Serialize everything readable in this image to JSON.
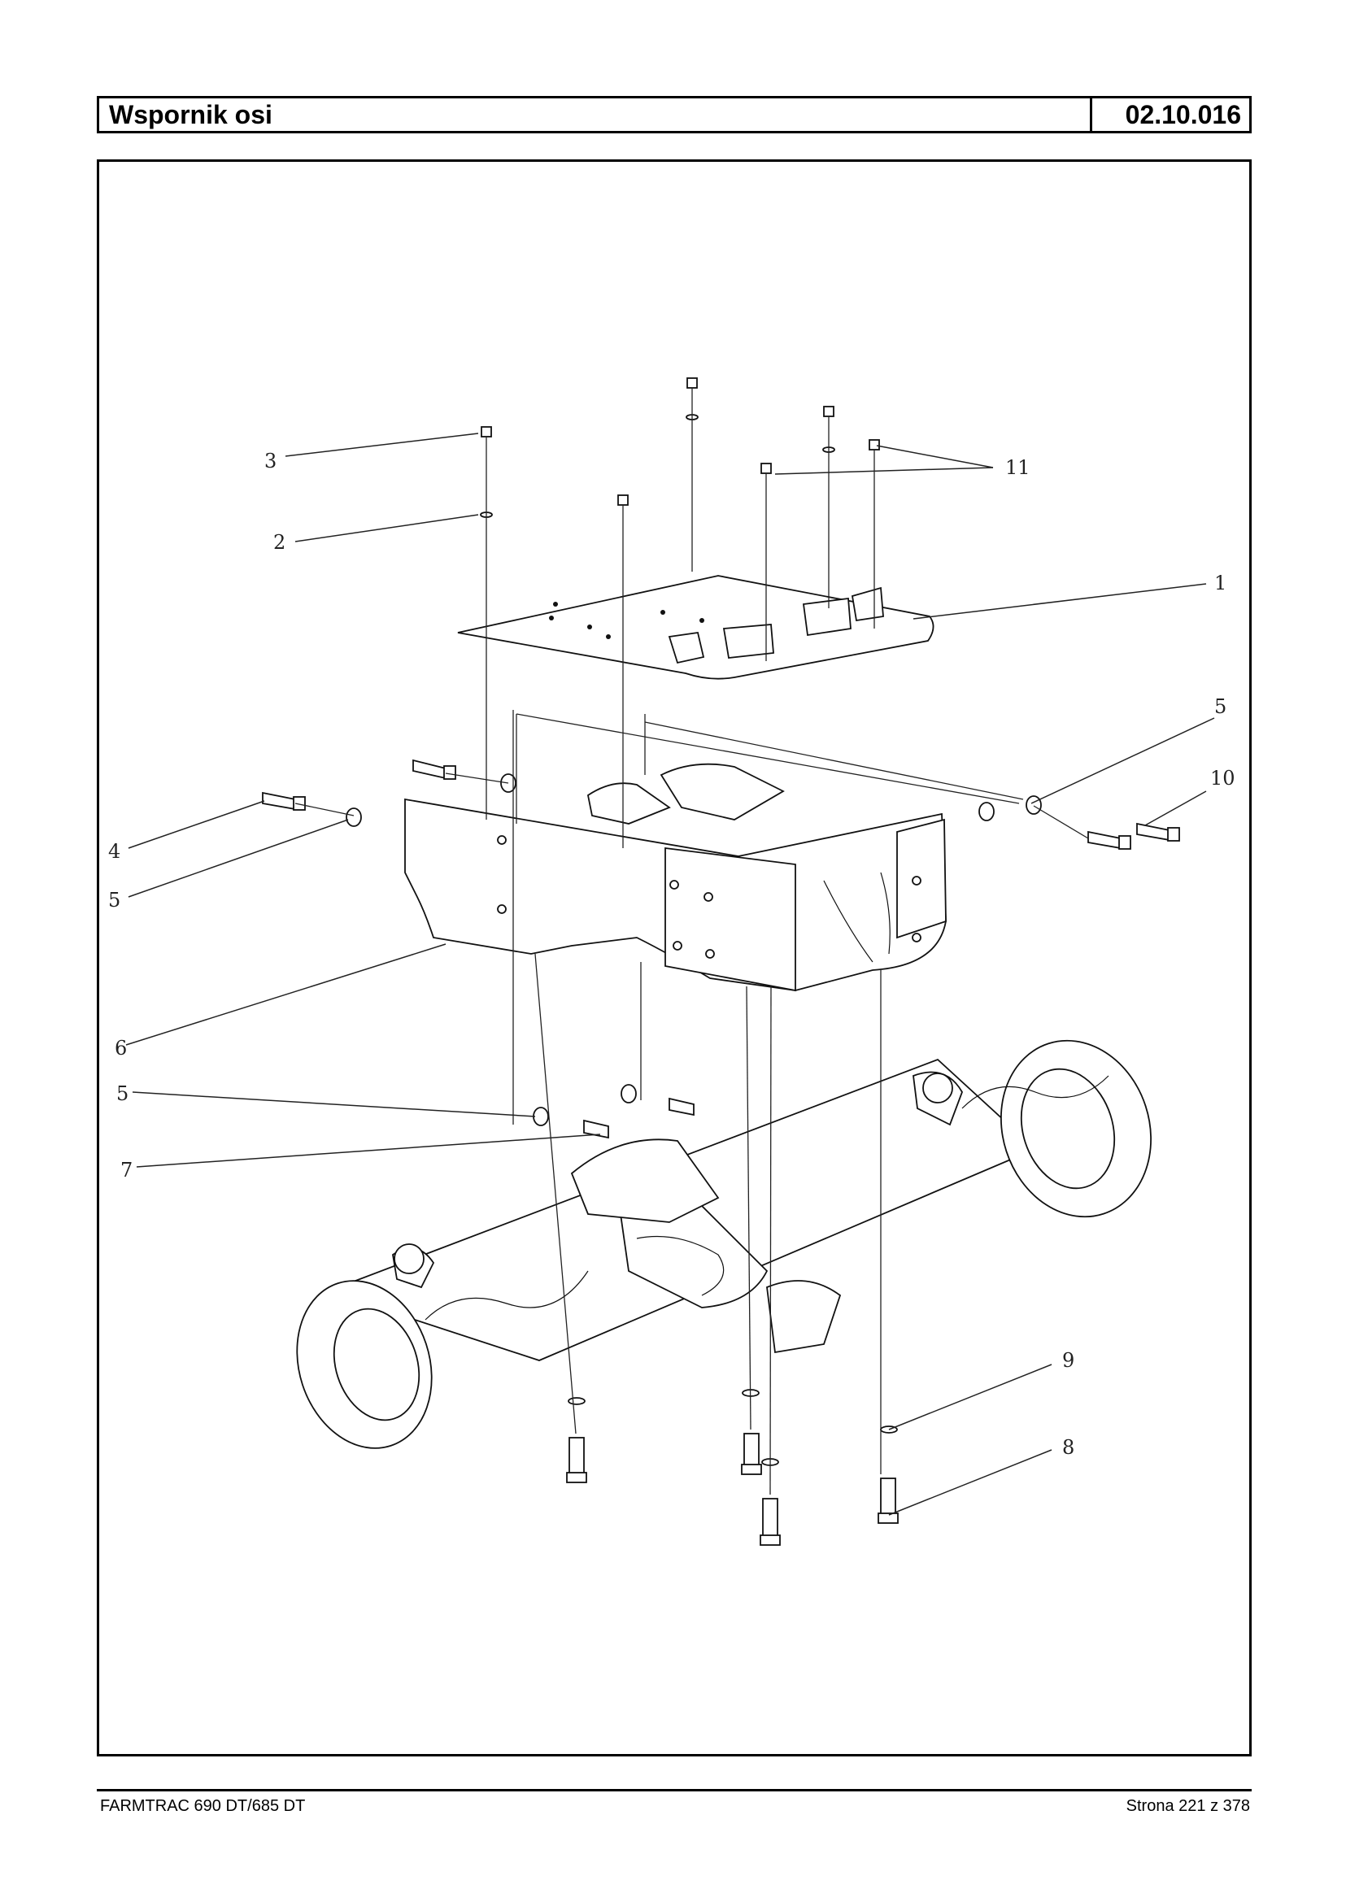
{
  "header": {
    "title": "Wspornik osi",
    "code": "02.10.016"
  },
  "diagram": {
    "callouts": [
      {
        "id": "c1",
        "label": "1"
      },
      {
        "id": "c2",
        "label": "2"
      },
      {
        "id": "c3",
        "label": "3"
      },
      {
        "id": "c4",
        "label": "4"
      },
      {
        "id": "c5a",
        "label": "5"
      },
      {
        "id": "c5b",
        "label": "5"
      },
      {
        "id": "c5c",
        "label": "5"
      },
      {
        "id": "c6",
        "label": "6"
      },
      {
        "id": "c7",
        "label": "7"
      },
      {
        "id": "c8",
        "label": "8"
      },
      {
        "id": "c9",
        "label": "9"
      },
      {
        "id": "c10",
        "label": "10"
      },
      {
        "id": "c11",
        "label": "11"
      }
    ]
  },
  "footer": {
    "model": "FARMTRAC 690 DT/685 DT",
    "page": "Strona 221 z 378"
  }
}
